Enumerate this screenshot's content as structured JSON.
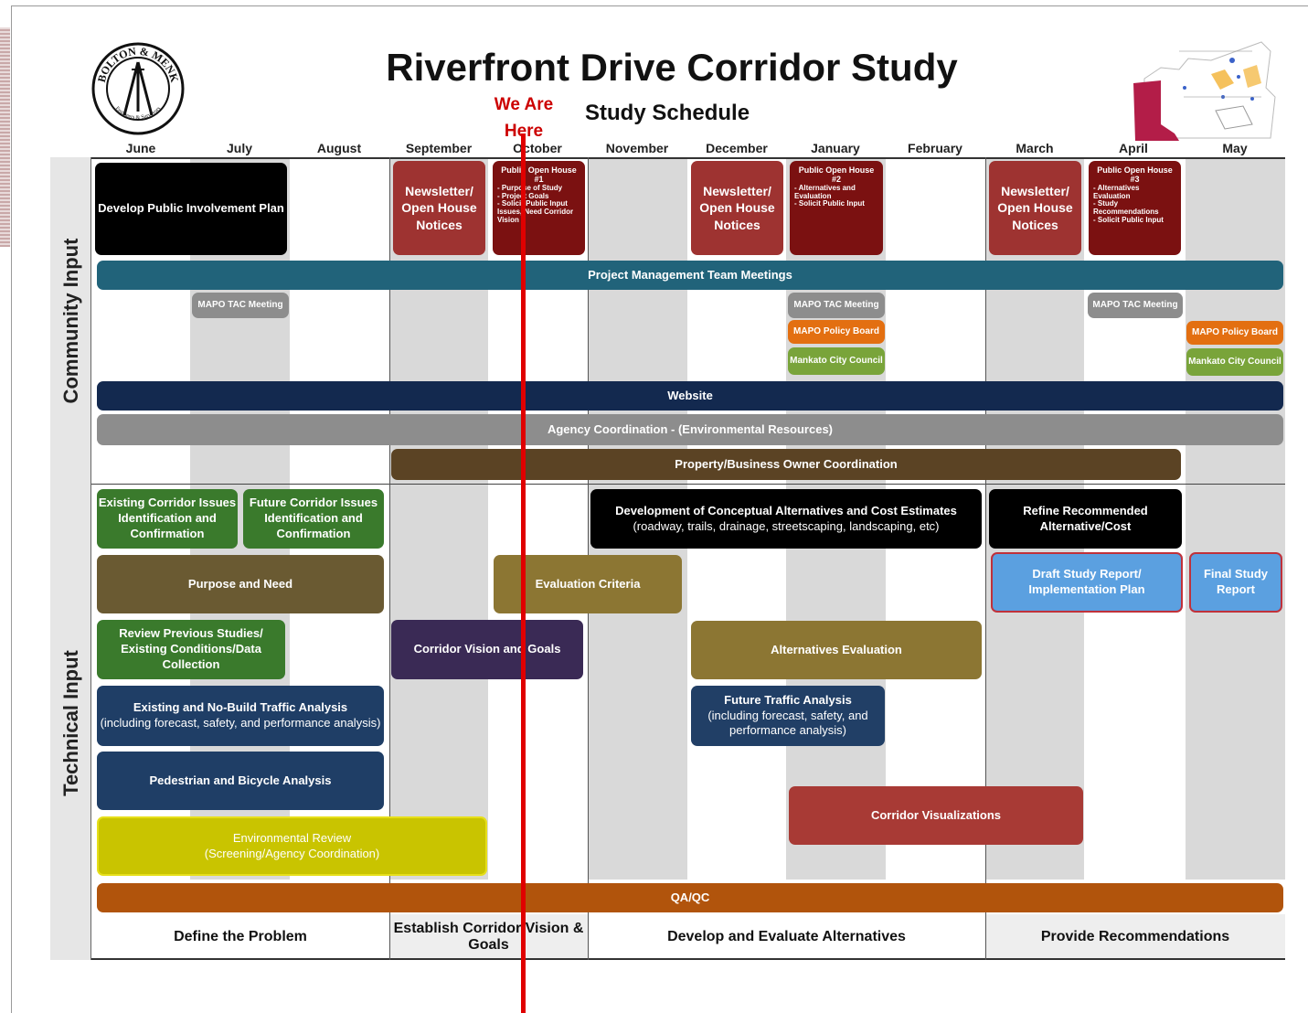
{
  "header": {
    "title": "Riverfront Drive Corridor Study",
    "subtitle": "Study Schedule",
    "marker_label_line1": "We Are",
    "marker_label_line2": "Here"
  },
  "logo": {
    "text_top": "BOLTON & MENK",
    "text_bottom": "Engineers & Surveyors"
  },
  "months": [
    "June",
    "July",
    "August",
    "September",
    "October",
    "November",
    "December",
    "January",
    "February",
    "March",
    "April",
    "May"
  ],
  "sections": {
    "community": "Community Input",
    "technical": "Technical Input"
  },
  "community": {
    "develop_plan": "Develop Public Involvement Plan",
    "newsletter1": "Newsletter/ Open House Notices",
    "newsletter2": "Newsletter/ Open House Notices",
    "newsletter3": "Newsletter/ Open House Notices",
    "oh1": {
      "title": "Public Open House #1",
      "items": "- Purpose of Study\n- Project Goals\n- Solicit Public Input Issues, Need Corridor Vision"
    },
    "oh2": {
      "title": "Public Open House #2",
      "items": "- Alternatives and Evaluation\n- Solicit Public Input"
    },
    "oh3": {
      "title": "Public Open House #3",
      "items": "- Alternatives Evaluation\n- Study Recommendations\n- Solicit Public Input"
    },
    "pmt": "Project Management Team Meetings",
    "mapo_tac_1": "MAPO TAC Meeting",
    "mapo_tac_2": "MAPO TAC Meeting",
    "mapo_tac_3": "MAPO TAC Meeting",
    "mapo_policy_1": "MAPO Policy Board",
    "mapo_policy_2": "MAPO Policy Board",
    "council_1": "Mankato City Council",
    "council_2": "Mankato City Council",
    "website": "Website",
    "agency": "Agency Coordination - (Environmental Resources)",
    "property": "Property/Business Owner Coordination"
  },
  "technical": {
    "existing_issues": "Existing Corridor Issues Identification and Confirmation",
    "future_issues": "Future Corridor Issues Identification and Confirmation",
    "dev_alts_line1": "Development of Conceptual Alternatives and Cost Estimates",
    "dev_alts_line2": "(roadway, trails, drainage, streetscaping, landscaping, etc)",
    "refine": "Refine Recommended Alternative/Cost",
    "purpose": "Purpose and Need",
    "eval_criteria": "Evaluation Criteria",
    "draft_report": "Draft Study Report/ Implementation Plan",
    "final_report": "Final Study Report",
    "review": "Review Previous Studies/ Existing Conditions/Data Collection",
    "vision": "Corridor Vision and Goals",
    "alt_eval": "Alternatives Evaluation",
    "existing_traffic_line1": "Existing and No-Build Traffic Analysis",
    "existing_traffic_line2": "(including forecast, safety, and performance analysis)",
    "future_traffic_line1": "Future Traffic Analysis",
    "future_traffic_line2": "(including forecast, safety, and performance analysis)",
    "ped_bike": "Pedestrian and Bicycle Analysis",
    "visualizations": "Corridor Visualizations",
    "env_line1": "Environmental Review",
    "env_line2": "(Screening/Agency Coordination)",
    "qaqc": "QA/QC"
  },
  "phases": [
    "Define the Problem",
    "Establish Corridor Vision & Goals",
    "Develop and Evaluate Alternatives",
    "Provide Recommendations"
  ],
  "colors": {
    "marker": "#e00000",
    "dark_red": "#9e3331",
    "maroon": "#7b1111",
    "teal": "#21637a",
    "navy": "#13294f",
    "qaqc": "#b1540c",
    "env": "#c9c400"
  }
}
